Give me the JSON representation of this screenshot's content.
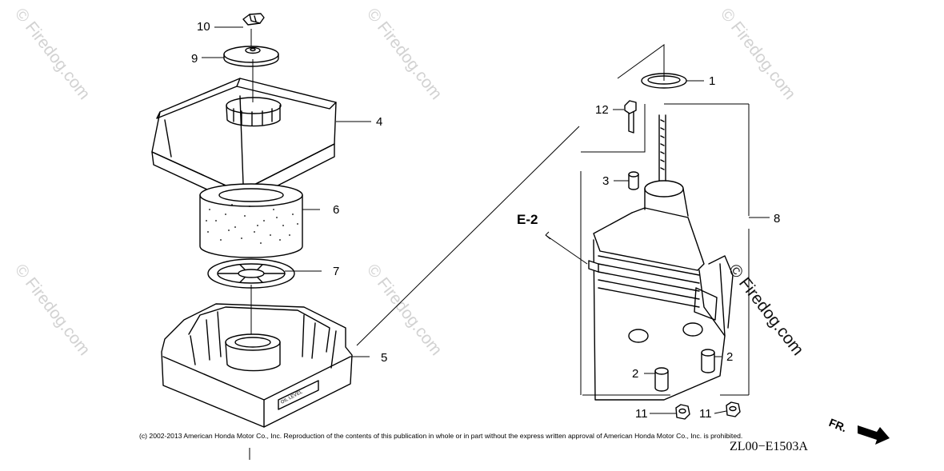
{
  "watermark": {
    "text": "© Firedog.com"
  },
  "callouts": {
    "c1": "1",
    "c2a": "2",
    "c2b": "2",
    "c3": "3",
    "c4": "4",
    "c5": "5",
    "c6": "6",
    "c7": "7",
    "c8": "8",
    "c9": "9",
    "c10": "10",
    "c11a": "11",
    "c11b": "11",
    "c12": "12"
  },
  "ref_label": "E-2",
  "direction_label": "FR.",
  "copyright": "(c) 2002-2013 American Honda Motor Co., Inc. Reproduction of the contents of this publication in whole or in part without the express written approval of American Honda Motor Co., Inc. is prohibited.",
  "part_code": "ZL00−E1503A",
  "case_text": "OIL LEVEL"
}
